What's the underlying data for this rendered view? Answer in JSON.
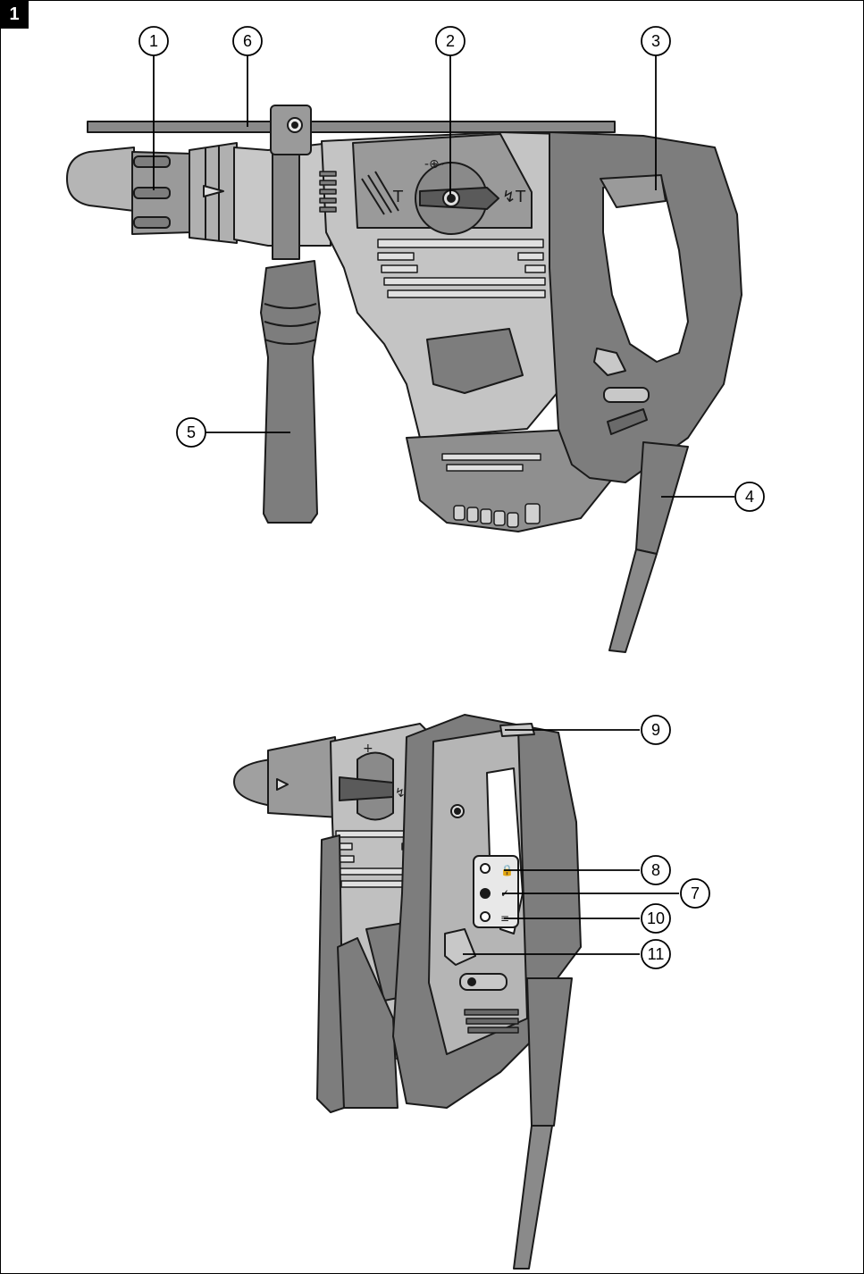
{
  "figure": {
    "number": "1"
  },
  "callouts": [
    {
      "label": "1"
    },
    {
      "label": "6"
    },
    {
      "label": "2"
    },
    {
      "label": "3"
    },
    {
      "label": "5"
    },
    {
      "label": "4"
    },
    {
      "label": "9"
    },
    {
      "label": "8"
    },
    {
      "label": "7"
    },
    {
      "label": "10"
    },
    {
      "label": "11"
    }
  ],
  "colors": {
    "body_dark": "#7d7d7d",
    "body_mid": "#9a9a9a",
    "body_light": "#c2c2c2",
    "outline": "#1a1a1a"
  }
}
